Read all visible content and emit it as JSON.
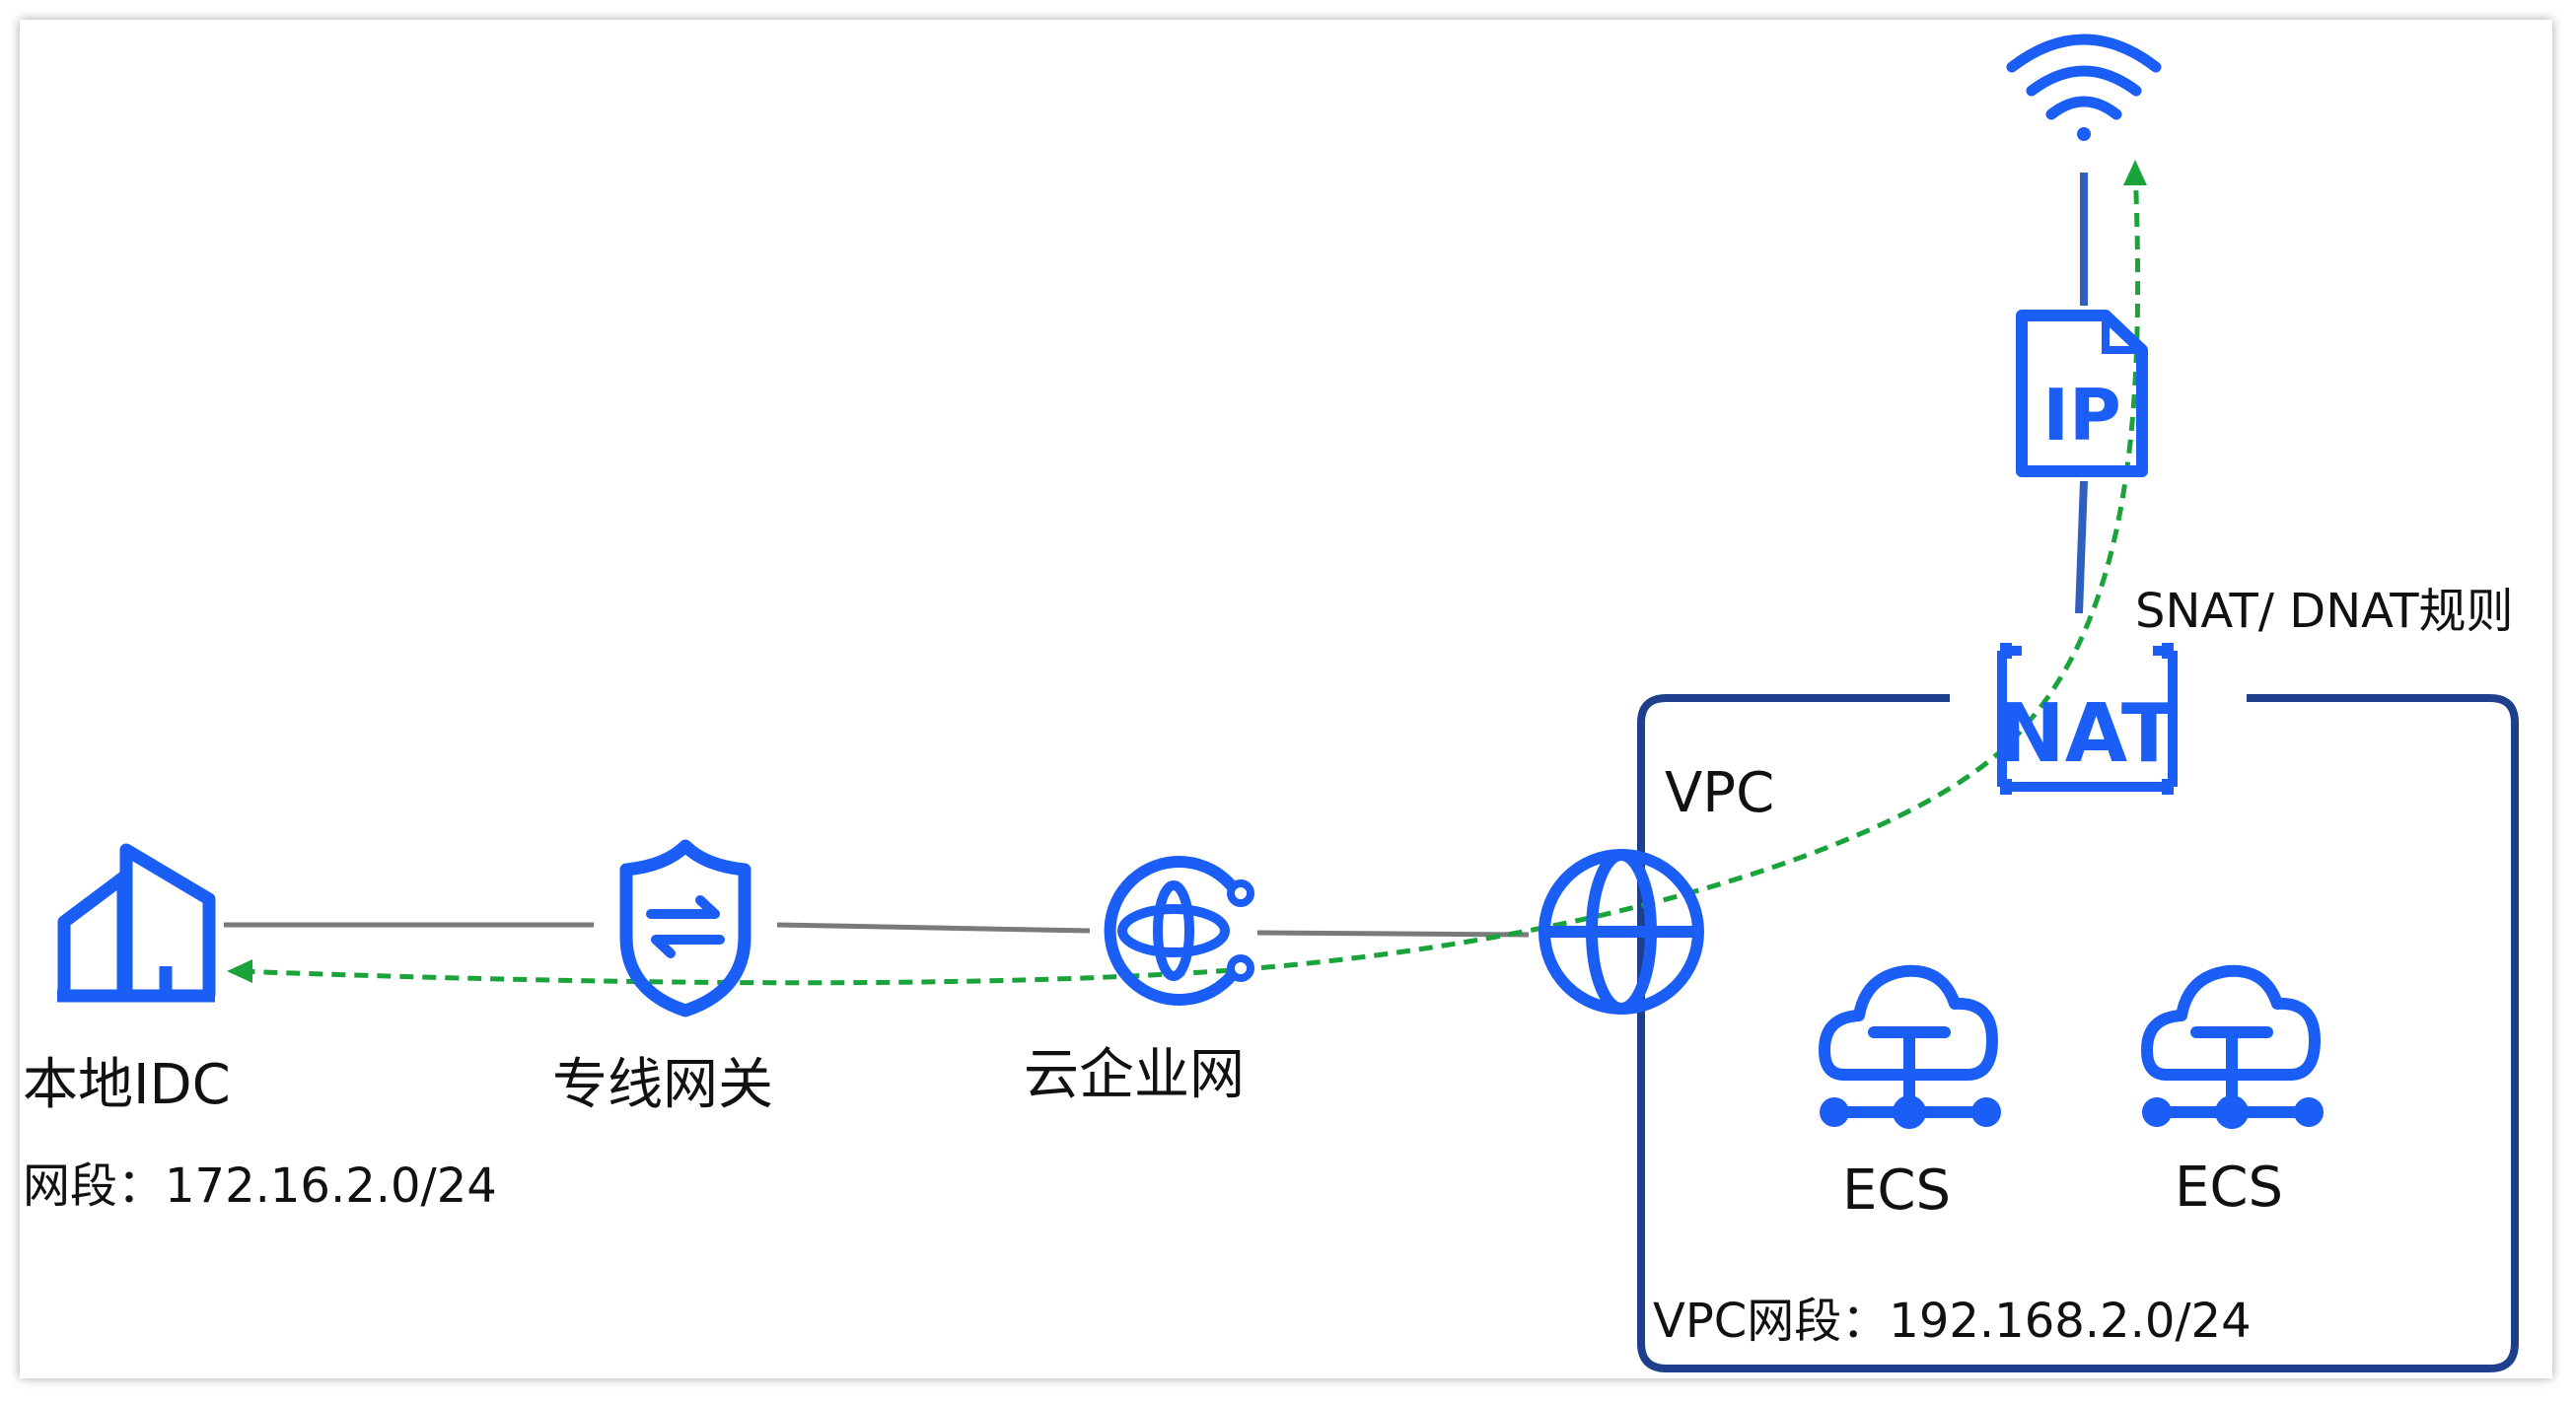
{
  "nodes": {
    "idc": {
      "label": "本地IDC",
      "subnet": "网段：172.16.2.0/24"
    },
    "gateway": {
      "label": "专线网关"
    },
    "cen": {
      "label": "云企业网"
    },
    "vpc": {
      "label": "VPC",
      "subnet": "VPC网段：192.168.2.0/24"
    },
    "nat": {
      "text": "NAT",
      "rules": "SNAT/ DNAT规则"
    },
    "eip": {
      "text": "IP"
    },
    "ecs1": {
      "label": "ECS"
    },
    "ecs2": {
      "label": "ECS"
    }
  },
  "colors": {
    "icon_blue": "#1a5ef5",
    "vpc_border": "#1e3f8c",
    "link_gray": "#7a7a7a",
    "nat_link_blue": "#2f5fbf",
    "flow_green": "#1aa33a"
  },
  "icons": [
    "building-icon",
    "shield-swap-icon",
    "cen-icon",
    "globe-icon",
    "nat-icon",
    "ip-document-icon",
    "wifi-icon",
    "cloud-server-icon"
  ]
}
